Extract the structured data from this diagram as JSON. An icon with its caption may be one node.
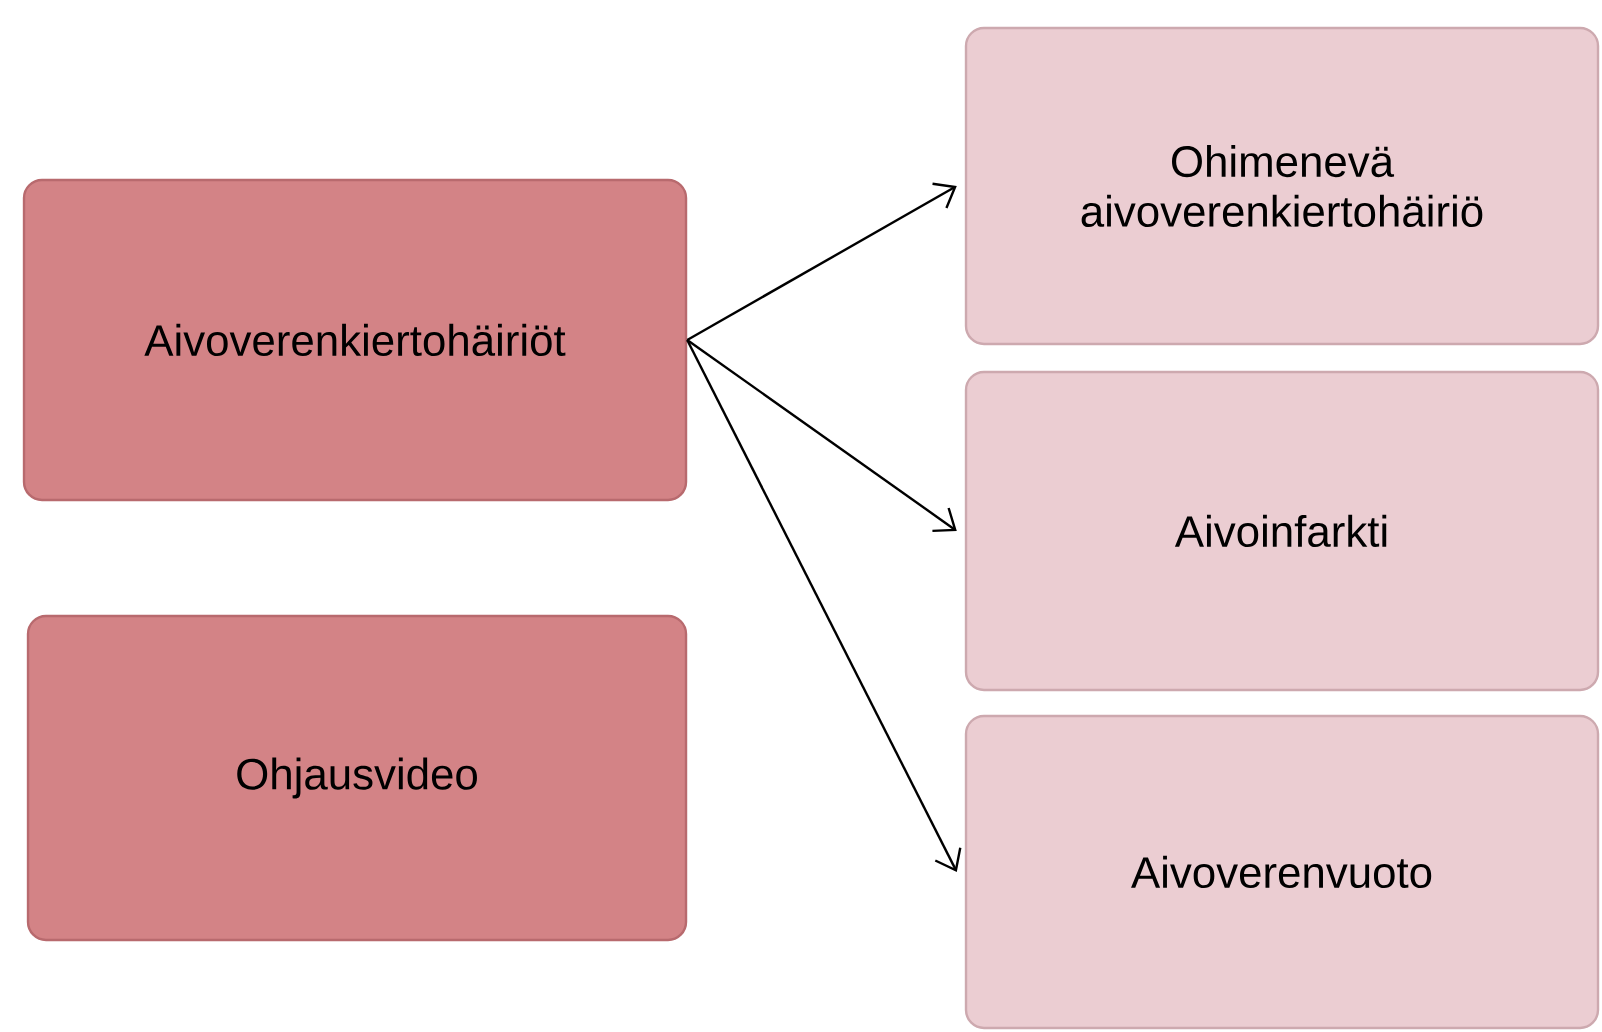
{
  "diagram": {
    "nodes": [
      {
        "text": [
          "Aivoverenkiertohäiriöt"
        ]
      },
      {
        "text": [
          "Ohjausvideo"
        ]
      },
      {
        "text": [
          "Ohimenevä aivoverenkiertohäiriö"
        ]
      },
      {
        "text": [
          "Aivoinfarkti"
        ]
      },
      {
        "text": [
          "Aivoverenvuoto"
        ]
      }
    ],
    "edges": [
      {
        "from": 0,
        "to": 2,
        "arrow": "to"
      },
      {
        "from": 0,
        "to": 3,
        "arrow": "to"
      },
      {
        "from": 0,
        "to": 4,
        "arrow": "to"
      }
    ]
  }
}
